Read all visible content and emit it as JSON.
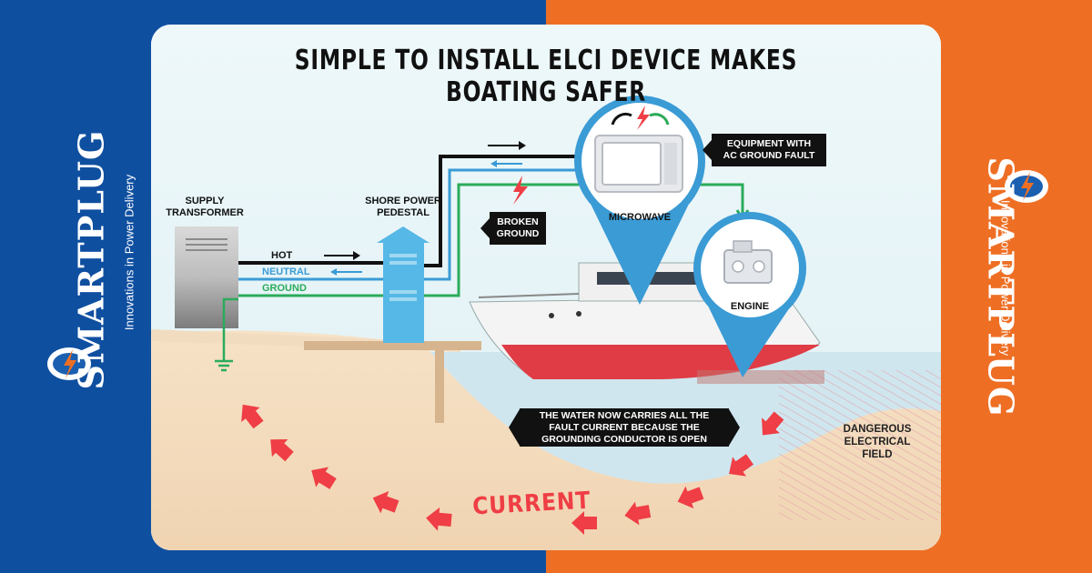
{
  "title": "SIMPLE TO INSTALL ELCI DEVICE MAKES BOATING SAFER",
  "labels": {
    "supply_transformer": "SUPPLY\nTRANSFORMER",
    "shore_power_pedestal": "SHORE POWER\nPEDESTAL",
    "hot": "HOT",
    "neutral": "NEUTRAL",
    "ground": "GROUND",
    "microwave": "MICROWAVE",
    "engine": "ENGINE",
    "current": "CURRENT",
    "dangerous_field": "DANGEROUS\nELECTRICAL\nFIELD"
  },
  "callouts": {
    "broken_ground": "BROKEN\nGROUND",
    "equipment_fault": "EQUIPMENT WITH\nAC GROUND FAULT",
    "water_carries": "THE WATER NOW CARRIES ALL THE\nFAULT CURRENT BECAUSE THE\nGROUNDING CONDUCTOR IS OPEN"
  },
  "logo": {
    "brand": "SMARTPLUG",
    "tagline": "Innovations in Power Delivery"
  },
  "colors": {
    "left_bg": "#0f4fa0",
    "right_bg": "#ee6f24",
    "hot_wire": "#111111",
    "neutral_wire": "#3a9bd5",
    "ground_wire": "#2bab5a",
    "fault_red": "#ef3e45",
    "pin_blue": "#3a9bd5"
  },
  "icons": [
    "lightning-bolt-icon",
    "ground-symbol-icon",
    "arrow-icon"
  ]
}
